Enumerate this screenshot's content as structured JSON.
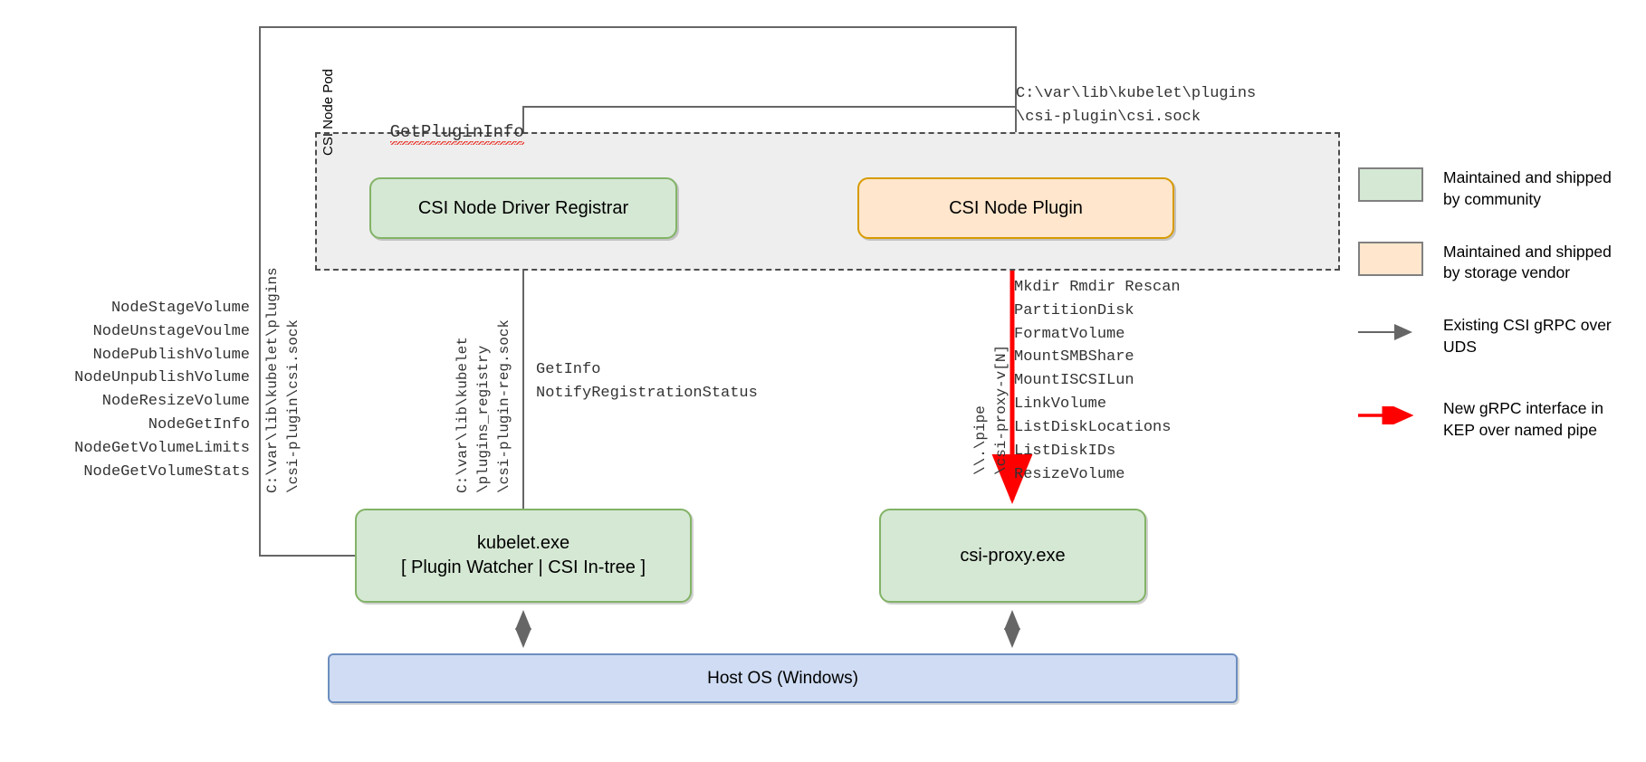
{
  "diagram": {
    "pod_label": "CSI Node Pod",
    "boxes": {
      "registrar": "CSI Node Driver Registrar",
      "node_plugin": "CSI Node Plugin",
      "kubelet_line1": "kubelet.exe",
      "kubelet_line2": "[ Plugin Watcher | CSI In-tree ]",
      "csi_proxy": "csi-proxy.exe",
      "host_os": "Host OS (Windows)"
    },
    "labels": {
      "get_plugin_info": "GetPluginInfo",
      "socket_path_top": "C:\\var\\lib\\kubelet\\plugins\n\\csi-plugin\\csi.sock",
      "vertical_left": "C:\\var\\lib\\kubelet\\plugins\n\\csi-plugin\\csi.sock",
      "vertical_mid": "C:\\var\\lib\\kubelet\n\\plugins_registry\n\\csi-plugin-reg.sock",
      "vertical_pipe": "\\\\.\\pipe\n\\csi-proxy-v[N]"
    },
    "node_operations": [
      "NodeStageVolume",
      "NodeUnstageVoulme",
      "NodePublishVolume",
      "NodeUnpublishVolume",
      "NodeResizeVolume",
      "NodeGetInfo",
      "NodeGetVolumeLimits",
      "NodeGetVolumeStats"
    ],
    "registration_operations": [
      "GetInfo",
      "NotifyRegistrationStatus"
    ],
    "proxy_operations": [
      "Mkdir Rmdir Rescan",
      "PartitionDisk",
      "FormatVolume",
      "MountSMBShare",
      "MountISCSILun",
      "LinkVolume",
      "ListDiskLocations",
      "ListDiskIDs",
      "ResizeVolume"
    ]
  },
  "legend": {
    "items": [
      {
        "kind": "swatch",
        "color": "#d5e8d4",
        "text": "Maintained and shipped by community"
      },
      {
        "kind": "swatch",
        "color": "#ffe6cc",
        "text": "Maintained and shipped by storage vendor"
      },
      {
        "kind": "arrow",
        "color": "#666666",
        "text": "Existing CSI gRPC over UDS"
      },
      {
        "kind": "arrow",
        "color": "#ff0000",
        "text": "New gRPC interface in KEP over named pipe"
      }
    ]
  },
  "colors": {
    "community_green": "#d5e8d4",
    "vendor_yellow": "#ffe6cc",
    "host_blue": "#cfdcf3",
    "new_grpc_red": "#ff0000",
    "existing_grpc_gray": "#666666"
  }
}
